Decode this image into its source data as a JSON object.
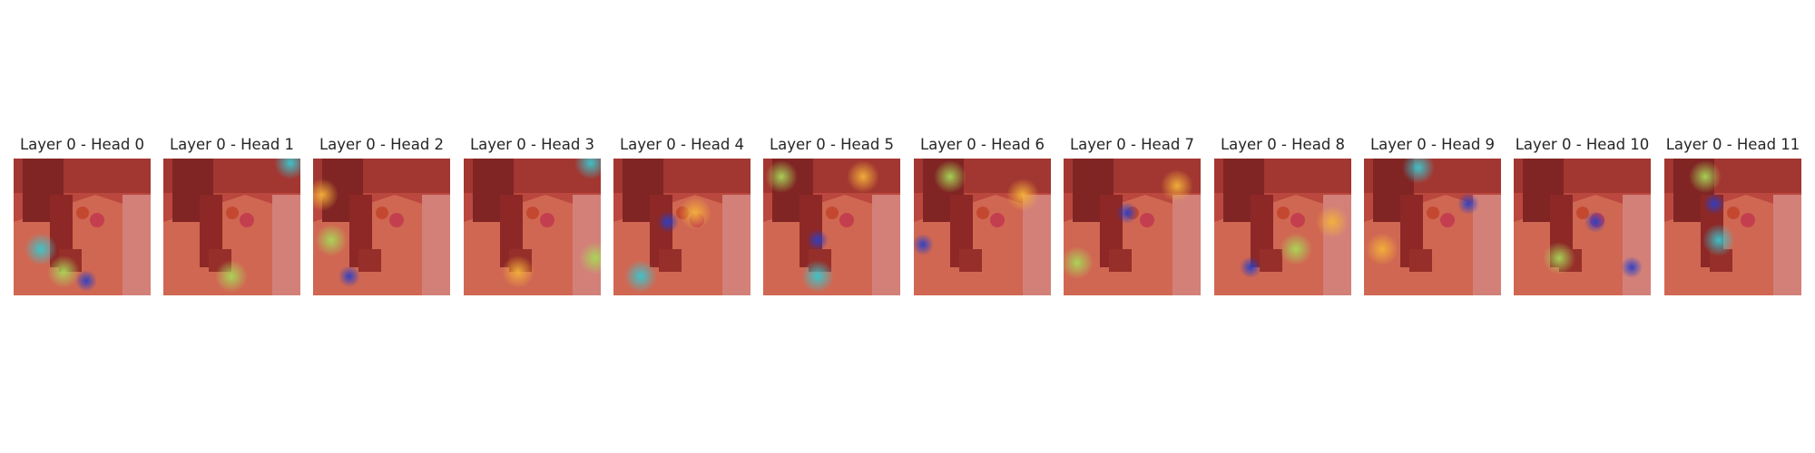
{
  "panels": [
    {
      "title": "Layer 0 - Head 0"
    },
    {
      "title": "Layer 0 - Head 1"
    },
    {
      "title": "Layer 0 - Head 2"
    },
    {
      "title": "Layer 0 - Head 3"
    },
    {
      "title": "Layer 0 - Head 4"
    },
    {
      "title": "Layer 0 - Head 5"
    },
    {
      "title": "Layer 0 - Head 6"
    },
    {
      "title": "Layer 0 - Head 7"
    },
    {
      "title": "Layer 0 - Head 8"
    },
    {
      "title": "Layer 0 - Head 9"
    },
    {
      "title": "Layer 0 - Head 10"
    },
    {
      "title": "Layer 0 - Head 11"
    }
  ],
  "colors": {
    "base_tint": "#c8453b",
    "hot": "#f0503a",
    "warm": "#f3b23a",
    "mid": "#a8d858",
    "cool": "#38c8d0",
    "cold": "#2a3fc8"
  }
}
